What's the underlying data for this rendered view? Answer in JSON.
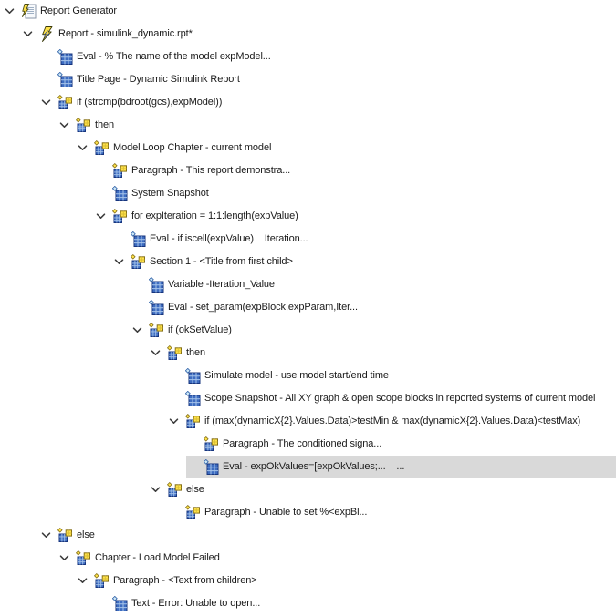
{
  "window": {
    "title": "Report Generator"
  },
  "colors": {
    "background": "#ffffff",
    "text": "#1a1a1a",
    "selection_background": "#d9d9d9",
    "grid_blue_fill": "#3d6cc0",
    "grid_blue_border": "#17357e",
    "grid_line_light": "#a6c4ea",
    "accent_yellow": "#ffe24a",
    "yellow_border": "#857018",
    "chevron": "#3c3c3c"
  },
  "tree": {
    "rows": [
      {
        "label": "Report Generator",
        "level": 0,
        "icon": "report-generator",
        "expanded": true,
        "selected": false
      },
      {
        "label": "Report - simulink_dynamic.rpt*",
        "level": 1,
        "icon": "report",
        "expanded": true,
        "selected": false
      },
      {
        "label": "Eval - % The name of the model expModel...",
        "level": 2,
        "icon": "component",
        "expanded": false,
        "selected": false
      },
      {
        "label": "Title Page - Dynamic Simulink Report",
        "level": 2,
        "icon": "component",
        "expanded": false,
        "selected": false
      },
      {
        "label": "if (strcmp(bdroot(gcs),expModel))",
        "level": 2,
        "icon": "group",
        "expanded": true,
        "selected": false
      },
      {
        "label": "then",
        "level": 3,
        "icon": "group",
        "expanded": true,
        "selected": false
      },
      {
        "label": "Model Loop Chapter - current model",
        "level": 4,
        "icon": "group",
        "expanded": true,
        "selected": false
      },
      {
        "label": "Paragraph - This report demonstra...",
        "level": 5,
        "icon": "group",
        "expanded": false,
        "selected": false
      },
      {
        "label": "System Snapshot",
        "level": 5,
        "icon": "component",
        "expanded": false,
        "selected": false
      },
      {
        "label": "for expIteration = 1:1:length(expValue)",
        "level": 5,
        "icon": "group",
        "expanded": true,
        "selected": false
      },
      {
        "label": "Eval - if iscell(expValue)    Iteration...",
        "level": 6,
        "icon": "component",
        "expanded": false,
        "selected": false
      },
      {
        "label": "Section 1 - <Title from first child>",
        "level": 6,
        "icon": "group",
        "expanded": true,
        "selected": false
      },
      {
        "label": "Variable -Iteration_Value",
        "level": 7,
        "icon": "component",
        "expanded": false,
        "selected": false
      },
      {
        "label": "Eval - set_param(expBlock,expParam,Iter...",
        "level": 7,
        "icon": "component",
        "expanded": false,
        "selected": false
      },
      {
        "label": "if (okSetValue)",
        "level": 7,
        "icon": "group",
        "expanded": true,
        "selected": false
      },
      {
        "label": "then",
        "level": 8,
        "icon": "group",
        "expanded": true,
        "selected": false
      },
      {
        "label": "Simulate model - use model start/end time",
        "level": 9,
        "icon": "component",
        "expanded": false,
        "selected": false
      },
      {
        "label": "Scope Snapshot - All XY graph & open scope blocks in reported systems of current model",
        "level": 9,
        "icon": "component",
        "expanded": false,
        "selected": false
      },
      {
        "label": "if (max(dynamicX{2}.Values.Data)>testMin & max(dynamicX{2}.Values.Data)<testMax)",
        "level": 9,
        "icon": "group",
        "expanded": true,
        "selected": false
      },
      {
        "label": "Paragraph - The conditioned signa...",
        "level": 10,
        "icon": "group",
        "expanded": false,
        "selected": false
      },
      {
        "label": "Eval - expOkValues=[expOkValues;...    ...",
        "level": 10,
        "icon": "component",
        "expanded": false,
        "selected": true
      },
      {
        "label": "else",
        "level": 8,
        "icon": "group",
        "expanded": true,
        "selected": false
      },
      {
        "label": "Paragraph - Unable to set %<expBl...",
        "level": 9,
        "icon": "group",
        "expanded": false,
        "selected": false
      },
      {
        "label": "else",
        "level": 2,
        "icon": "group",
        "expanded": true,
        "selected": false
      },
      {
        "label": "Chapter - Load Model Failed",
        "level": 3,
        "icon": "group",
        "expanded": true,
        "selected": false
      },
      {
        "label": "Paragraph - <Text from children>",
        "level": 4,
        "icon": "group",
        "expanded": true,
        "selected": false
      },
      {
        "label": "Text - Error: Unable to open...",
        "level": 5,
        "icon": "component",
        "expanded": false,
        "selected": false
      }
    ]
  }
}
